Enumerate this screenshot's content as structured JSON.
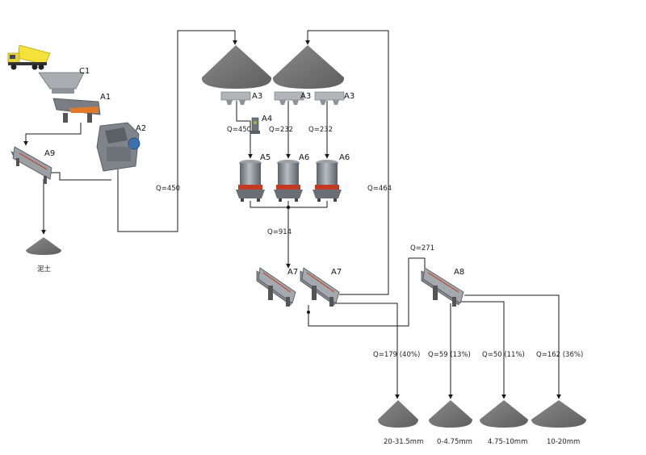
{
  "colors": {
    "line": "#1a1a1a",
    "pile": "#6f6f6f",
    "machine": "#7a7e84",
    "crusher_accent": "#d23a22",
    "truck_body": "#f2e23a"
  },
  "equipment": {
    "truck": {
      "icon": "dump-truck-icon"
    },
    "c1": {
      "code": "C1",
      "icon": "hopper-icon"
    },
    "a1": {
      "code": "A1",
      "icon": "vibrating-feeder-icon"
    },
    "a2": {
      "code": "A2",
      "icon": "jaw-crusher-icon"
    },
    "a9": {
      "code": "A9",
      "icon": "vibrating-screen-icon"
    },
    "a3_1": {
      "code": "A3",
      "icon": "feeder-icon"
    },
    "a3_2": {
      "code": "A3",
      "icon": "feeder-icon"
    },
    "a3_3": {
      "code": "A3",
      "icon": "feeder-icon"
    },
    "a4": {
      "code": "A4",
      "icon": "small-feeder-icon"
    },
    "a5": {
      "code": "A5",
      "icon": "cone-crusher-icon"
    },
    "a6_1": {
      "code": "A6",
      "icon": "cone-crusher-icon"
    },
    "a6_2": {
      "code": "A6",
      "icon": "cone-crusher-icon"
    },
    "a7_1": {
      "code": "A7",
      "icon": "vibrating-screen-icon"
    },
    "a7_2": {
      "code": "A7",
      "icon": "vibrating-screen-icon"
    },
    "a8": {
      "code": "A8",
      "icon": "vibrating-screen-icon"
    }
  },
  "flows": {
    "q_a2_out": "Q=450",
    "q_a4": "Q=450",
    "q_a6_1": "Q=232",
    "q_a6_2": "Q=232",
    "q_return": "Q=464",
    "q_cone_total": "Q=914",
    "q_a8_in": "Q=271",
    "q_p1": "Q=179 (40%)",
    "q_p2": "Q=59 (13%)",
    "q_p3": "Q=50 (11%)",
    "q_p4": "Q=162 (36%)"
  },
  "products": {
    "waste": "泥土",
    "p1": "20-31.5mm",
    "p2": "0-4.75mm",
    "p3": "4.75-10mm",
    "p4": "10-20mm"
  }
}
